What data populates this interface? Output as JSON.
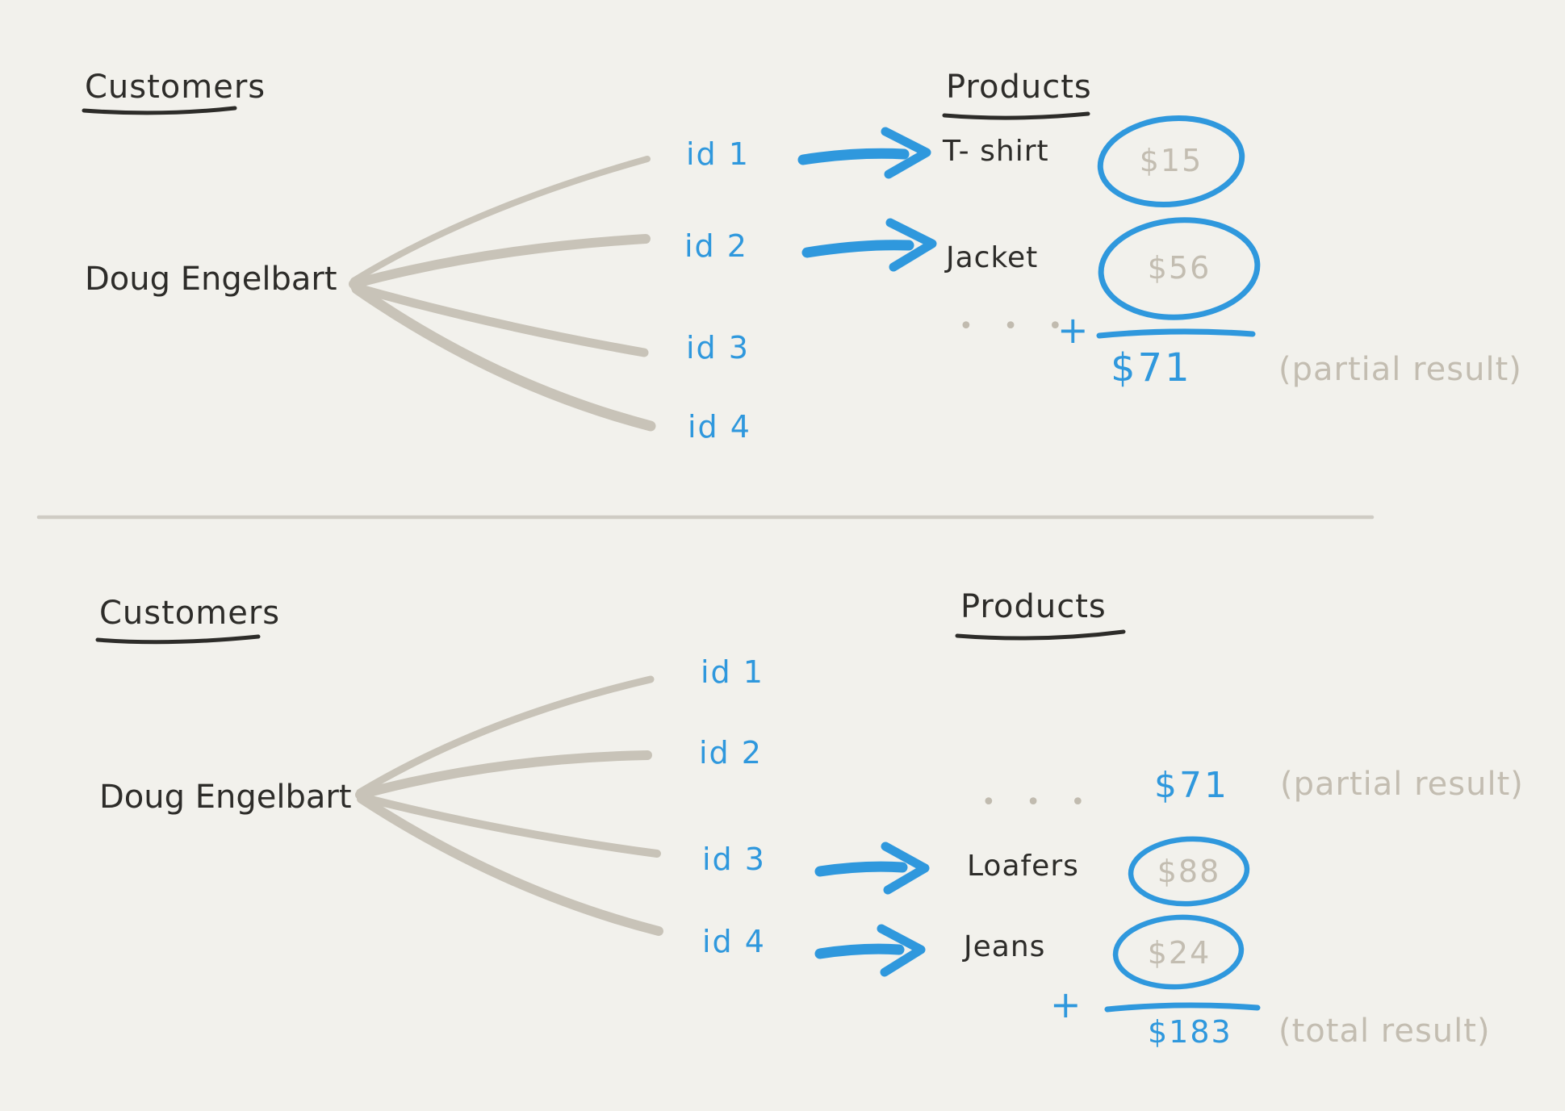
{
  "colors": {
    "background": "#f2f1ec",
    "ink": "#2d2c29",
    "accent_blue": "#2f98dd",
    "sketch_gray": "#c8c3b8",
    "divider": "#cfccc4"
  },
  "panels": [
    {
      "customers_heading": "Customers",
      "products_heading": "Products",
      "customer": "Doug Engelbart",
      "ids": [
        "id 1",
        "id 2",
        "id 3",
        "id 4"
      ],
      "products": [
        {
          "name": "T- shirt",
          "price": "$15"
        },
        {
          "name": "Jacket",
          "price": "$56"
        }
      ],
      "ellipsis": "• • •",
      "plus": "+",
      "sum": "$71",
      "sum_note": "(partial result)"
    },
    {
      "customers_heading": "Customers",
      "products_heading": "Products",
      "customer": "Doug Engelbart",
      "ids": [
        "id 1",
        "id 2",
        "id 3",
        "id 4"
      ],
      "carry_sum": "$71",
      "carry_note": "(partial result)",
      "products": [
        {
          "name": "Loafers",
          "price": "$88"
        },
        {
          "name": "Jeans",
          "price": "$24"
        }
      ],
      "ellipsis": "• • •",
      "plus": "+",
      "sum": "$183",
      "sum_note": "(total result)"
    }
  ]
}
